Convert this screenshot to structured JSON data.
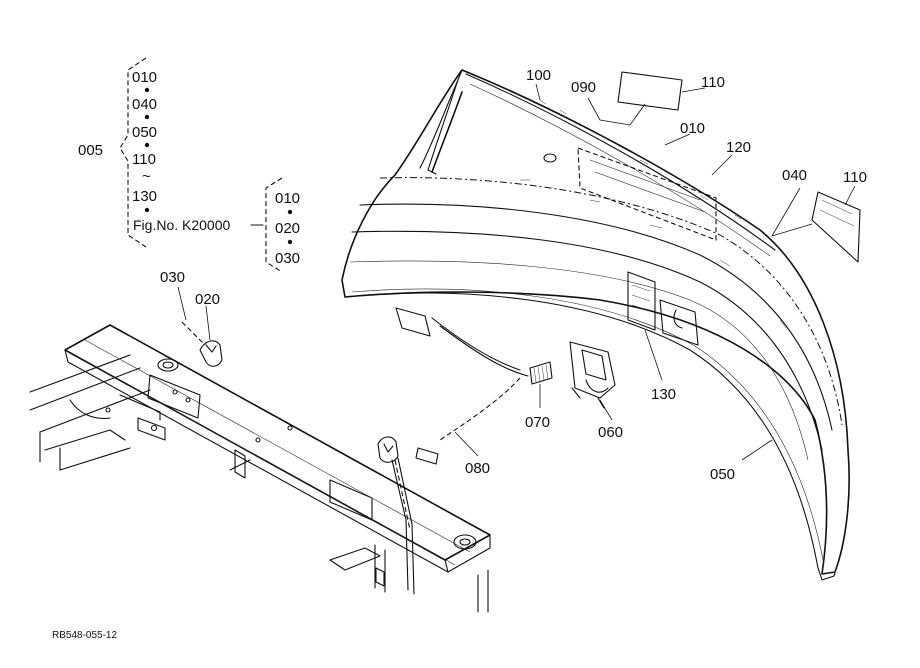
{
  "callouts": {
    "c100": "100",
    "c090": "090",
    "c110_top": "110",
    "c010": "010",
    "c120": "120",
    "c040": "040",
    "c110_right": "110",
    "c030": "030",
    "c020": "020",
    "c070": "070",
    "c060": "060",
    "c130": "130",
    "c080": "080",
    "c050": "050"
  },
  "legend": {
    "assembly": "005",
    "group_a": [
      "010",
      "040",
      "050",
      "110",
      "130"
    ],
    "range_symbol": "~",
    "fig_ref": "Fig.No. K20000",
    "group_b": [
      "010",
      "020",
      "030"
    ]
  },
  "drawing_code": "RB548-055-12"
}
